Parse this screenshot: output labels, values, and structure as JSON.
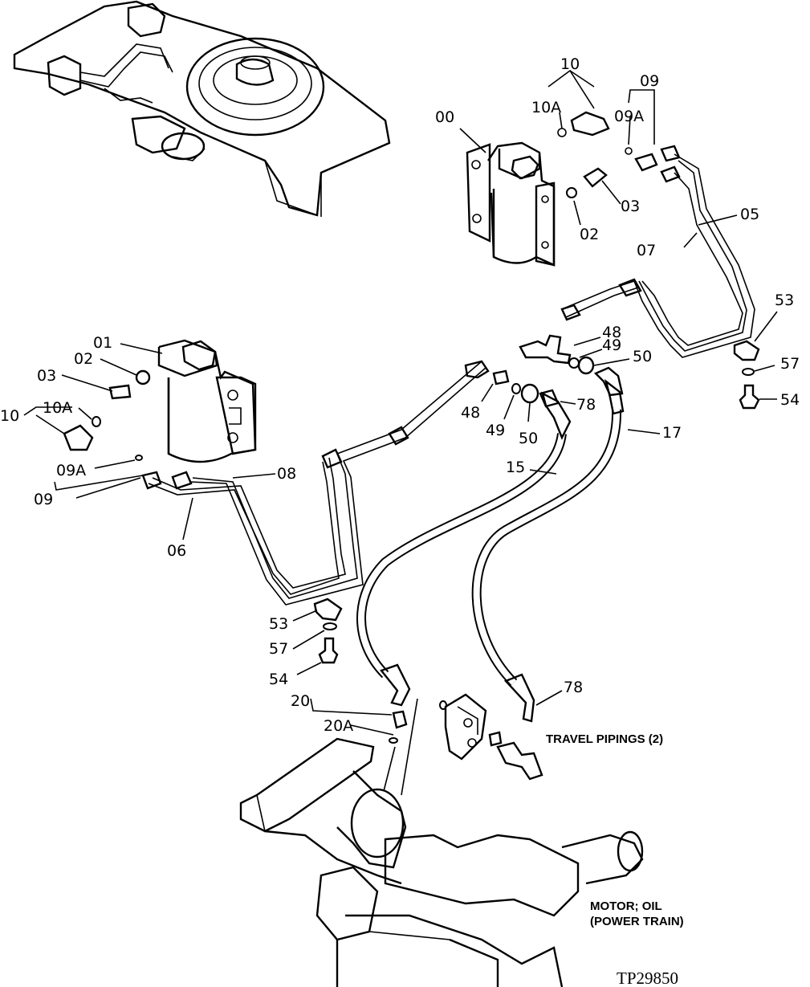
{
  "labels": {
    "l00": "00",
    "l10_top": "10",
    "l10a_top": "10A",
    "l09_top": "09",
    "l09a_top": "09A",
    "l03_top": "03",
    "l02_top": "02",
    "l05": "05",
    "l07": "07",
    "l53_right": "53",
    "l57_right": "57",
    "l54_right": "54",
    "l48_top": "48",
    "l49_top": "49",
    "l50_top": "50",
    "l78_top": "78",
    "l17": "17",
    "l48_bot": "48",
    "l49_bot": "49",
    "l50_bot": "50",
    "l15": "15",
    "l01": "01",
    "l02_left": "02",
    "l03_left": "03",
    "l10a_left": "10A",
    "l10_left": "10",
    "l09a_left": "09A",
    "l09_left": "09",
    "l08": "08",
    "l06": "06",
    "l53_left": "53",
    "l57_left": "57",
    "l54_left": "54",
    "l20": "20",
    "l20a": "20A",
    "l78_bot": "78"
  },
  "notes": {
    "travel_pipings": "TRAVEL PIPINGS (2)",
    "motor_line1": "MOTOR; OIL",
    "motor_line2": "(POWER TRAIN)"
  },
  "figure_id": "TP29850"
}
